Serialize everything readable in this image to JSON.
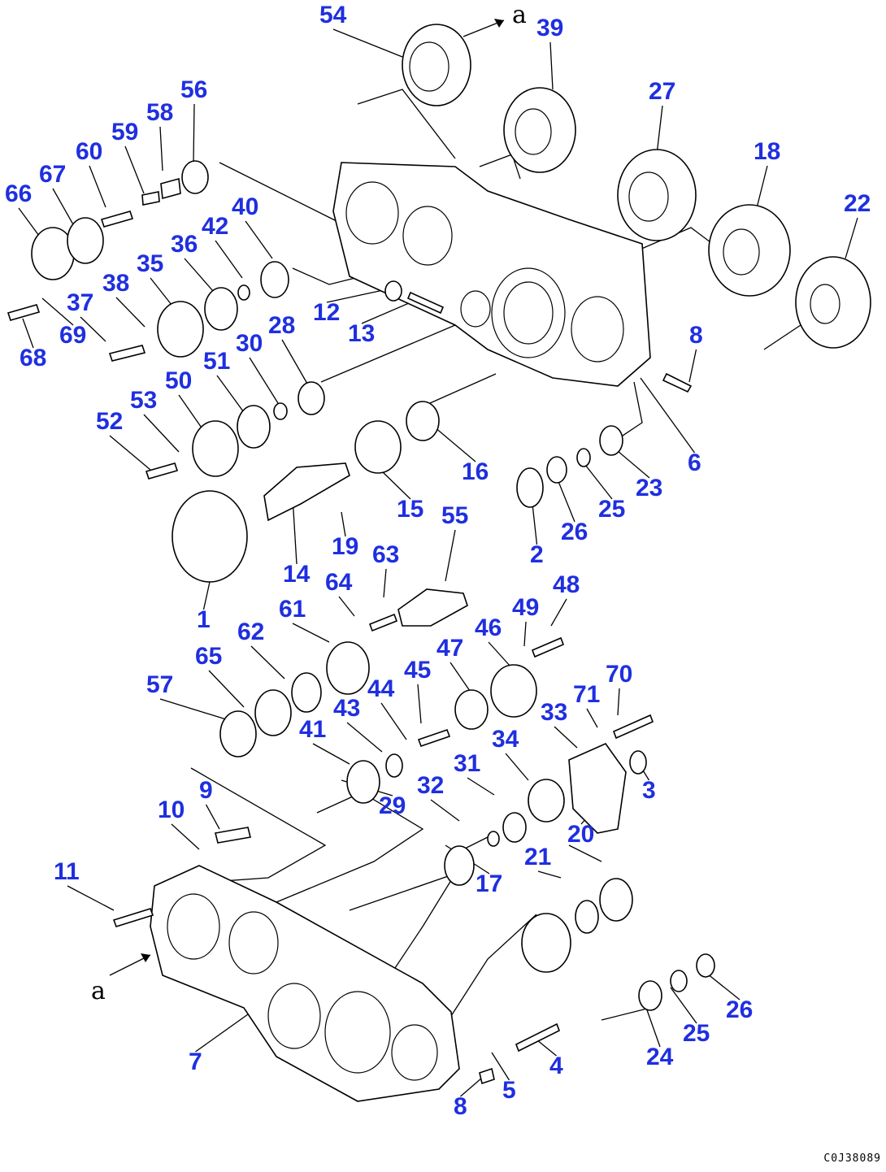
{
  "diagram": {
    "label_color": "#1f2fe0",
    "line_color": "#000000",
    "view_marker": "a",
    "drawing_code": "C0J38089",
    "part_numbers": [
      "1",
      "2",
      "3",
      "4",
      "5",
      "6",
      "7",
      "8",
      "9",
      "10",
      "11",
      "12",
      "13",
      "14",
      "15",
      "16",
      "17",
      "18",
      "19",
      "20",
      "21",
      "22",
      "23",
      "24",
      "25",
      "26",
      "27",
      "28",
      "29",
      "30",
      "31",
      "32",
      "33",
      "34",
      "35",
      "36",
      "37",
      "38",
      "39",
      "40",
      "41",
      "42",
      "43",
      "44",
      "45",
      "46",
      "47",
      "48",
      "49",
      "50",
      "51",
      "52",
      "53",
      "54",
      "55",
      "56",
      "57",
      "58",
      "59",
      "60",
      "61",
      "62",
      "63",
      "64",
      "65",
      "66",
      "67",
      "68",
      "69",
      "70",
      "71"
    ]
  }
}
